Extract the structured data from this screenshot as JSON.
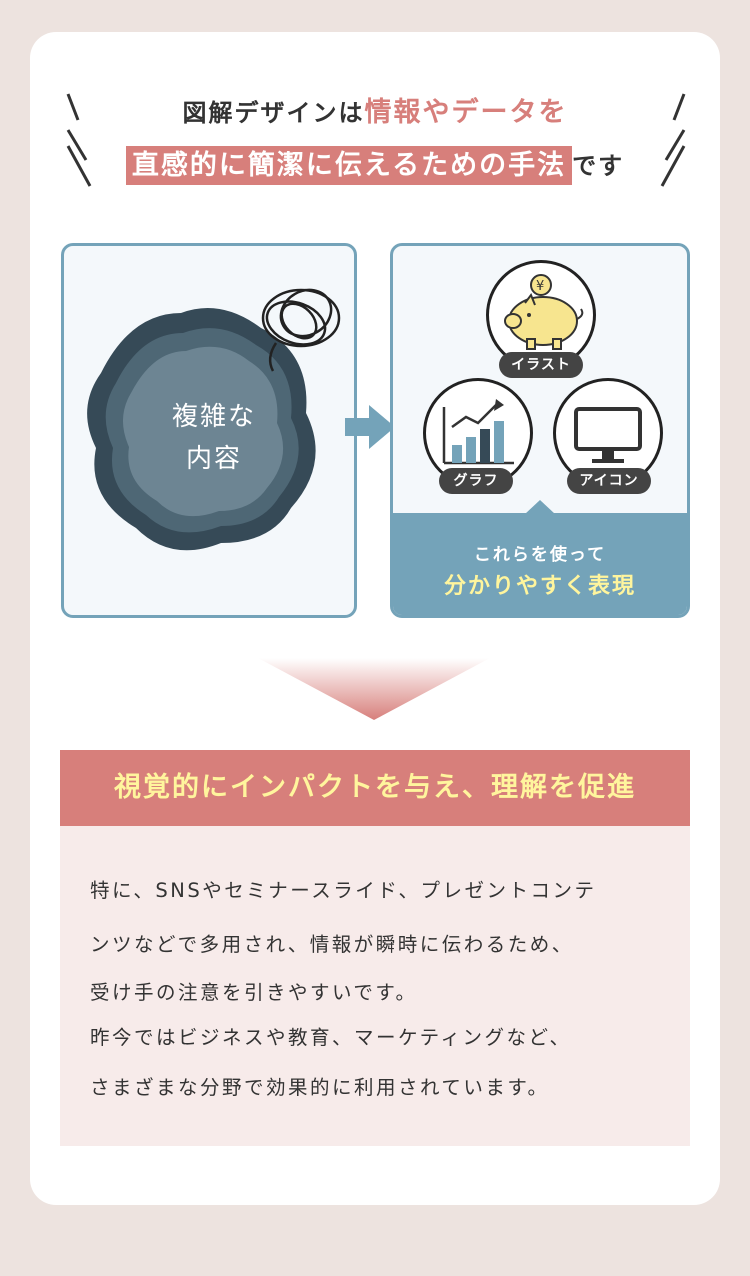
{
  "header": {
    "line1_prefix": "図解デザインは",
    "line1_accent": "情報やデータを",
    "line2_highlight": "直感的に簡潔に伝えるための手法",
    "line2_suffix": "です"
  },
  "left_box": {
    "line1": "複雑な",
    "line2": "内容"
  },
  "right_box": {
    "labels": {
      "illust": "イラスト",
      "graph": "グラフ",
      "icon": "アイコン"
    },
    "yen": "¥",
    "caption1": "これらを使って",
    "caption2": "分かりやすく表現"
  },
  "banner": "視覚的にインパクトを与え、理解を促進",
  "body_lines": [
    "特に、SNSやセミナースライド、プレゼントコンテ",
    "ンツなどで多用され、情報が瞬時に伝わるため、",
    "受け手の注意を引きやすいです。",
    "昨今ではビジネスや教育、マーケティングなど、",
    "さまざまな分野で効果的に利用されています。"
  ],
  "colors": {
    "accent": "#d77f7b",
    "blue": "#74a3b9",
    "yellow": "#fff59d",
    "background": "#ede3df"
  }
}
